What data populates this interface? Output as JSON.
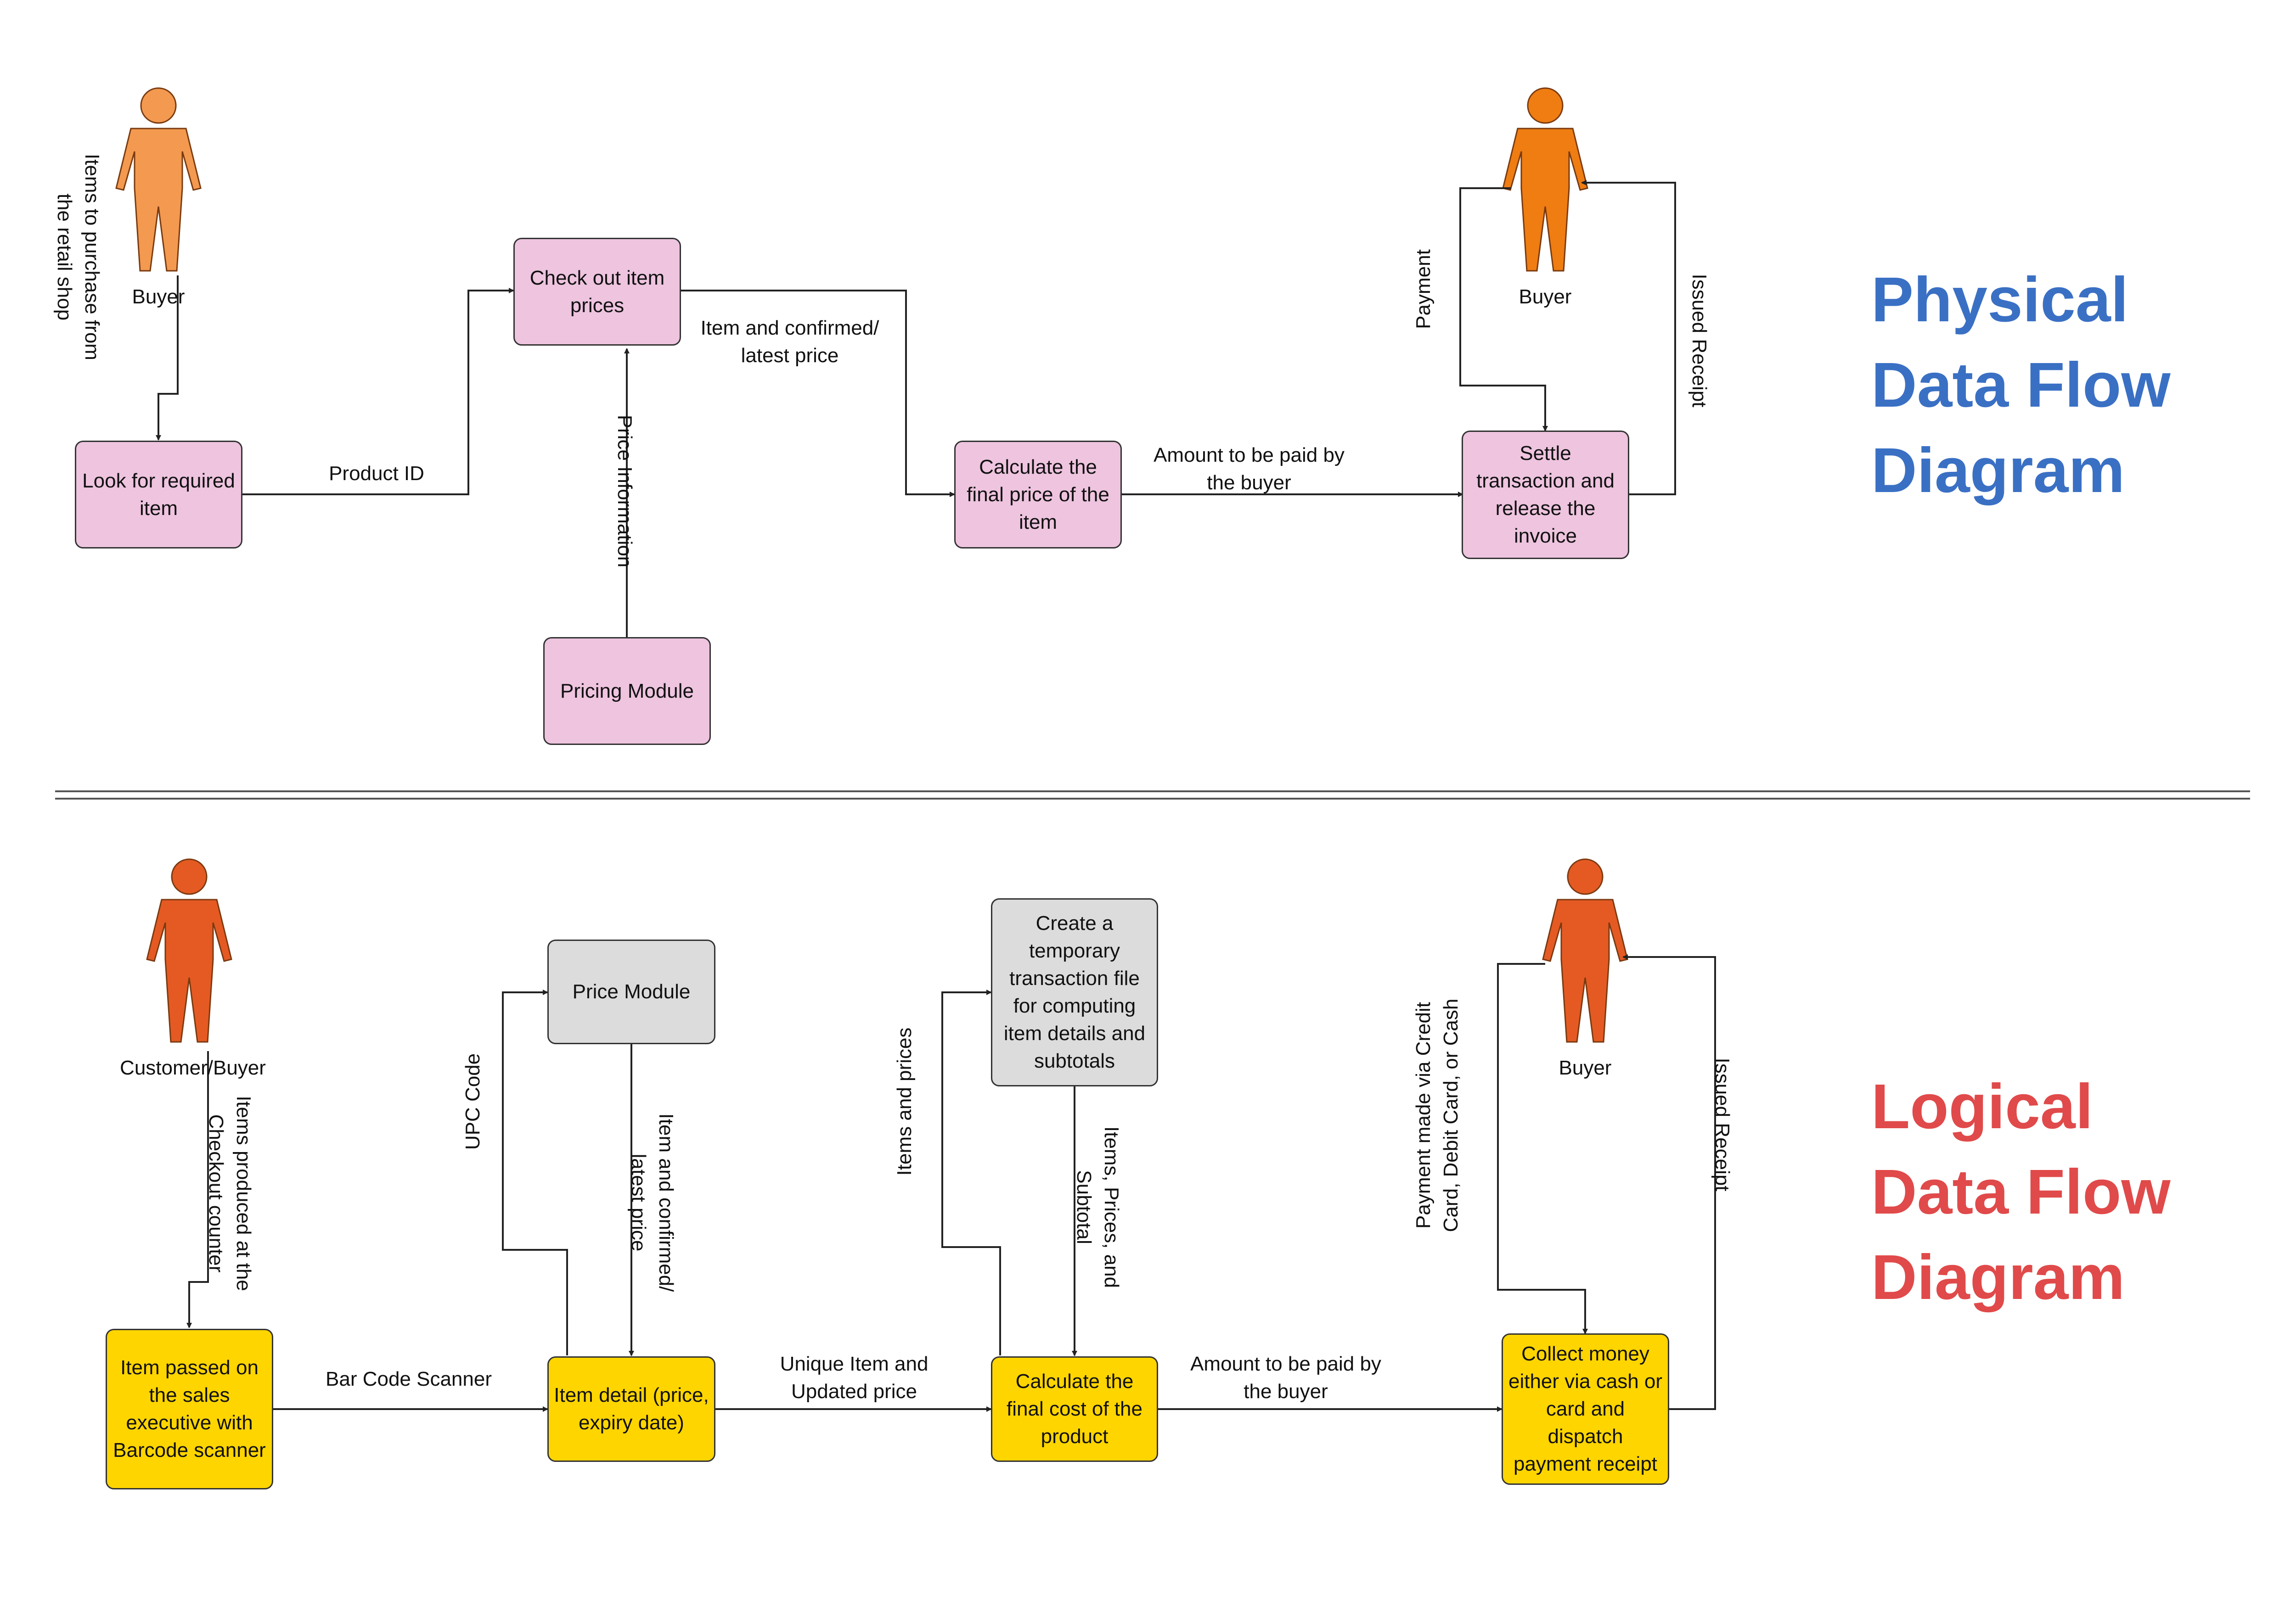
{
  "colors": {
    "physical_title": "#3a70c4",
    "logical_title": "#e04a4a",
    "pink_box": "#eec4df",
    "yellow_box": "#ffd500",
    "grey_box": "#dcdcdc",
    "buyer_light": "#f39a50",
    "buyer_dark": "#ef7d12",
    "buyer_red": "#e55a23"
  },
  "physical": {
    "title": "Physical\nData Flow\nDiagram",
    "actors": {
      "buyer1": "Buyer",
      "buyer2": "Buyer"
    },
    "boxes": {
      "look": "Look for required item",
      "checkout": "Check out item prices",
      "pricing": "Pricing Module",
      "calculate": "Calculate the final price of the item",
      "settle": "Settle transaction and release the invoice"
    },
    "flows": {
      "items_to_purchase": "Items to purchase from\nthe retail shop",
      "product_id": "Product ID",
      "price_information": "Price Information",
      "item_confirmed": "Item and confirmed/\nlatest price",
      "amount_paid": "Amount to be paid by\nthe buyer",
      "payment": "Payment",
      "issued_receipt": "Issued Receipt"
    }
  },
  "logical": {
    "title": "Logical\nData Flow\nDiagram",
    "actors": {
      "customer": "Customer/Buyer",
      "buyer": "Buyer"
    },
    "boxes": {
      "item_passed": "Item passed on the sales executive with Barcode scanner",
      "price_module": "Price Module",
      "item_detail": "Item detail (price, expiry date)",
      "temp_file": "Create a temporary transaction file for computing item details and subtotals",
      "calculate": "Calculate the final cost of the product",
      "collect": "Collect money either via cash or card and dispatch payment receipt"
    },
    "flows": {
      "items_produced": "Items produced at the\nCheckout counter",
      "bar_code": "Bar Code Scanner",
      "upc_code": "UPC Code",
      "item_confirmed": "Item and confirmed/\nlatest price",
      "unique_item": "Unique Item and\nUpdated price",
      "items_and_prices": "Items and prices",
      "items_prices_subtotal": "Items, Prices, and\nSubtotal",
      "amount_paid": "Amount to be paid by\nthe buyer",
      "payment_made": "Payment made via Credit\nCard, Debit Card, or Cash",
      "issued_receipt": "Issued Receipt"
    }
  }
}
